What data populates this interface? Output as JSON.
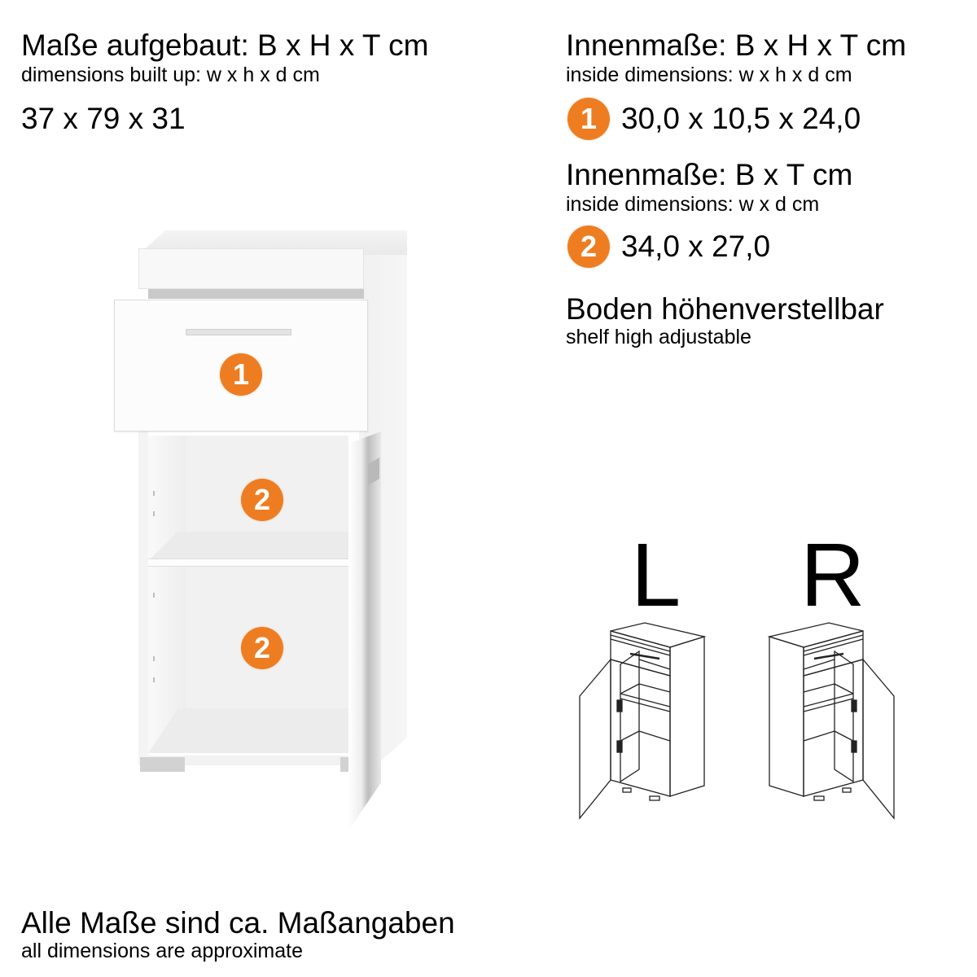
{
  "outer_dimensions": {
    "title_de": "Maße aufgebaut: B x H x T cm",
    "title_en": "dimensions built up: w x h x d cm",
    "value": "37 x 79 x 31"
  },
  "inside_dimensions_1": {
    "title_de": "Innenmaße: B x H x T cm",
    "title_en": "inside dimensions: w x h x d cm",
    "badge": "1",
    "value": "30,0 x 10,5 x 24,0"
  },
  "inside_dimensions_2": {
    "title_de": "Innenmaße: B x T cm",
    "title_en": "inside dimensions: w x d cm",
    "badge": "2",
    "value": "34,0 x 27,0"
  },
  "shelf_note": {
    "title_de": "Boden höhenverstellbar",
    "title_en": "shelf high adjustable"
  },
  "photo_labels": {
    "drawer": "1",
    "upper_compartment": "2",
    "lower_compartment": "2"
  },
  "variants": {
    "left_label": "L",
    "right_label": "R"
  },
  "footer": {
    "title_de": "Alle Maße sind ca. Maßangaben",
    "title_en": "all dimensions are approximate"
  },
  "colors": {
    "badge_orange": "#ee7d22",
    "text": "#000000",
    "background": "#ffffff"
  }
}
